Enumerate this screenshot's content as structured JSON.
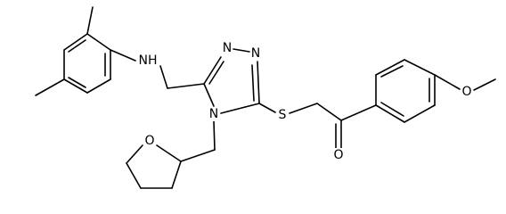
{
  "molecule": {
    "atoms": {
      "nh": "NH",
      "n_ring_1": "N",
      "n_ring_2": "N",
      "n_ring_4": "N",
      "s": "S",
      "o_keto": "O",
      "o_methoxy": "O",
      "o_thf": "O"
    }
  }
}
